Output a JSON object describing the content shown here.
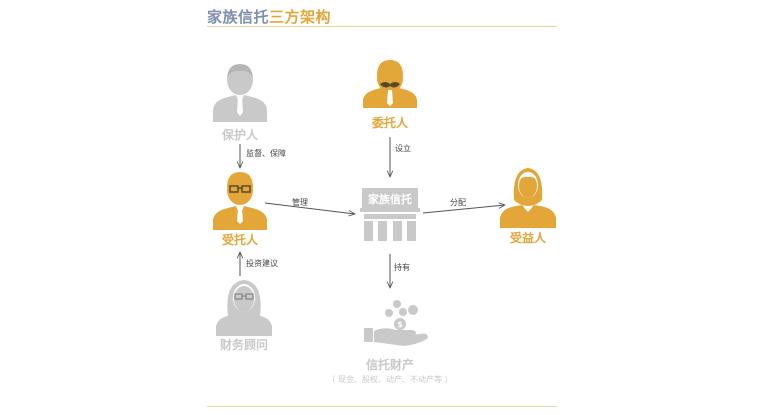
{
  "title": {
    "part1": "家族信托",
    "part2": "三方架构"
  },
  "nodes": {
    "protector": {
      "label": "保护人"
    },
    "settlor": {
      "label": "委托人"
    },
    "trustee": {
      "label": "受托人"
    },
    "trust": {
      "label": "家族信托"
    },
    "beneficiary": {
      "label": "受益人"
    },
    "advisor": {
      "label": "财务顾问"
    },
    "assets": {
      "label": "信托财产",
      "sublabel": "（ 现金、股权、动产、不动产等 ）"
    }
  },
  "edges": {
    "supervise": "监督、保障",
    "establish": "设立",
    "manage": "管理",
    "distribute": "分配",
    "advise": "投资建议",
    "hold": "持有"
  },
  "colors": {
    "gold": "#e3a639",
    "gray": "#c9c9c9",
    "dark_gray": "#adadad",
    "title_blue": "#7f8faa",
    "text": "#444444"
  }
}
